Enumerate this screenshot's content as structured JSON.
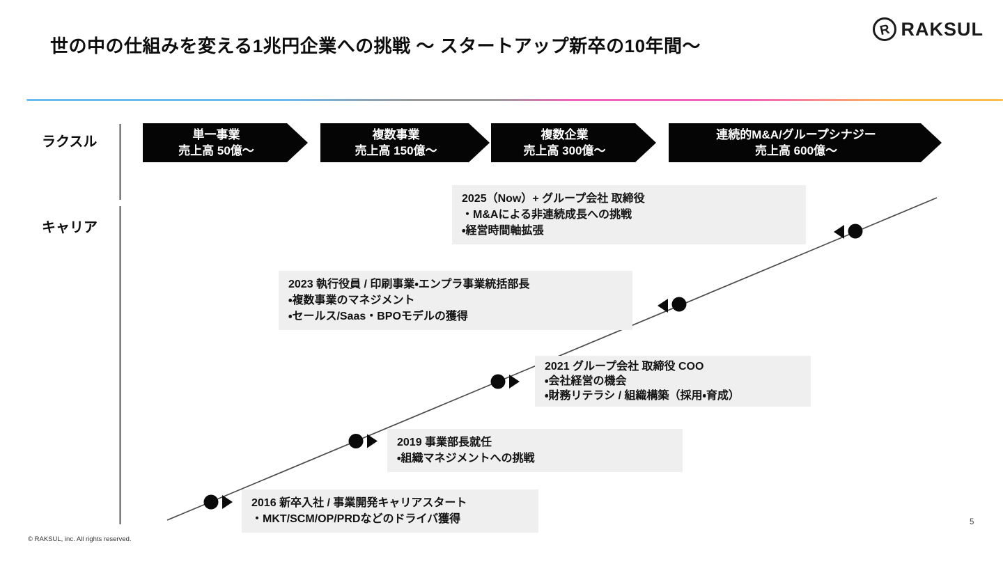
{
  "slide": {
    "title": "世の中の仕組みを変える1兆円企業への挑戦 〜 スタートアップ新卒の10年間〜",
    "footer": "© RAKSUL, inc. All rights reserved.",
    "page_number": "5"
  },
  "logo": {
    "text": "RAKSUL",
    "mark_letter": "R"
  },
  "rows": {
    "company_label": "ラクスル",
    "career_label": "キャリア"
  },
  "stages": [
    {
      "line1": "単一事業",
      "line2": "売上高 50億〜"
    },
    {
      "line1": "複数事業",
      "line2": "売上高 150億〜"
    },
    {
      "line1": "複数企業",
      "line2": "売上高 300億〜"
    },
    {
      "line1": "連続的M&A/グループシナジー",
      "line2": "売上高 600億〜"
    }
  ],
  "milestones": [
    {
      "year_title": "2016 新卒入社 / 事業開発キャリアスタート",
      "bullets": [
        "・MKT/SCM/OP/PRDなどのドライバ獲得"
      ]
    },
    {
      "year_title": "2019 事業部長就任",
      "bullets": [
        "・組織マネジメントへの挑戦"
      ]
    },
    {
      "year_title": "2021 グループ会社  取締役 COO",
      "bullets": [
        "・会社経営の機会",
        "・財務リテラシ / 組織構築（採用・育成）"
      ]
    },
    {
      "year_title": "2023 執行役員 / 印刷事業・エンプラ事業統括部長",
      "bullets": [
        "・複数事業のマネジメント",
        "・セールス/Saas・BPOモデルの獲得"
      ]
    },
    {
      "year_title": "2025（Now）+ グループ会社 取締役",
      "bullets": [
        "・M&Aによる非連続成長への挑戦",
        "・経営時間軸拡張"
      ]
    }
  ],
  "colors": {
    "accent_gradient": [
      "#6CB9F0",
      "#9B9B9B",
      "#F361BE",
      "#FFBE4D"
    ],
    "stage_bg": "#050505",
    "stage_text": "#FFFFFF",
    "milestone_bg": "#EFEFEF",
    "line_color": "#4a4a4a",
    "marker_color": "#0a0a0a"
  }
}
